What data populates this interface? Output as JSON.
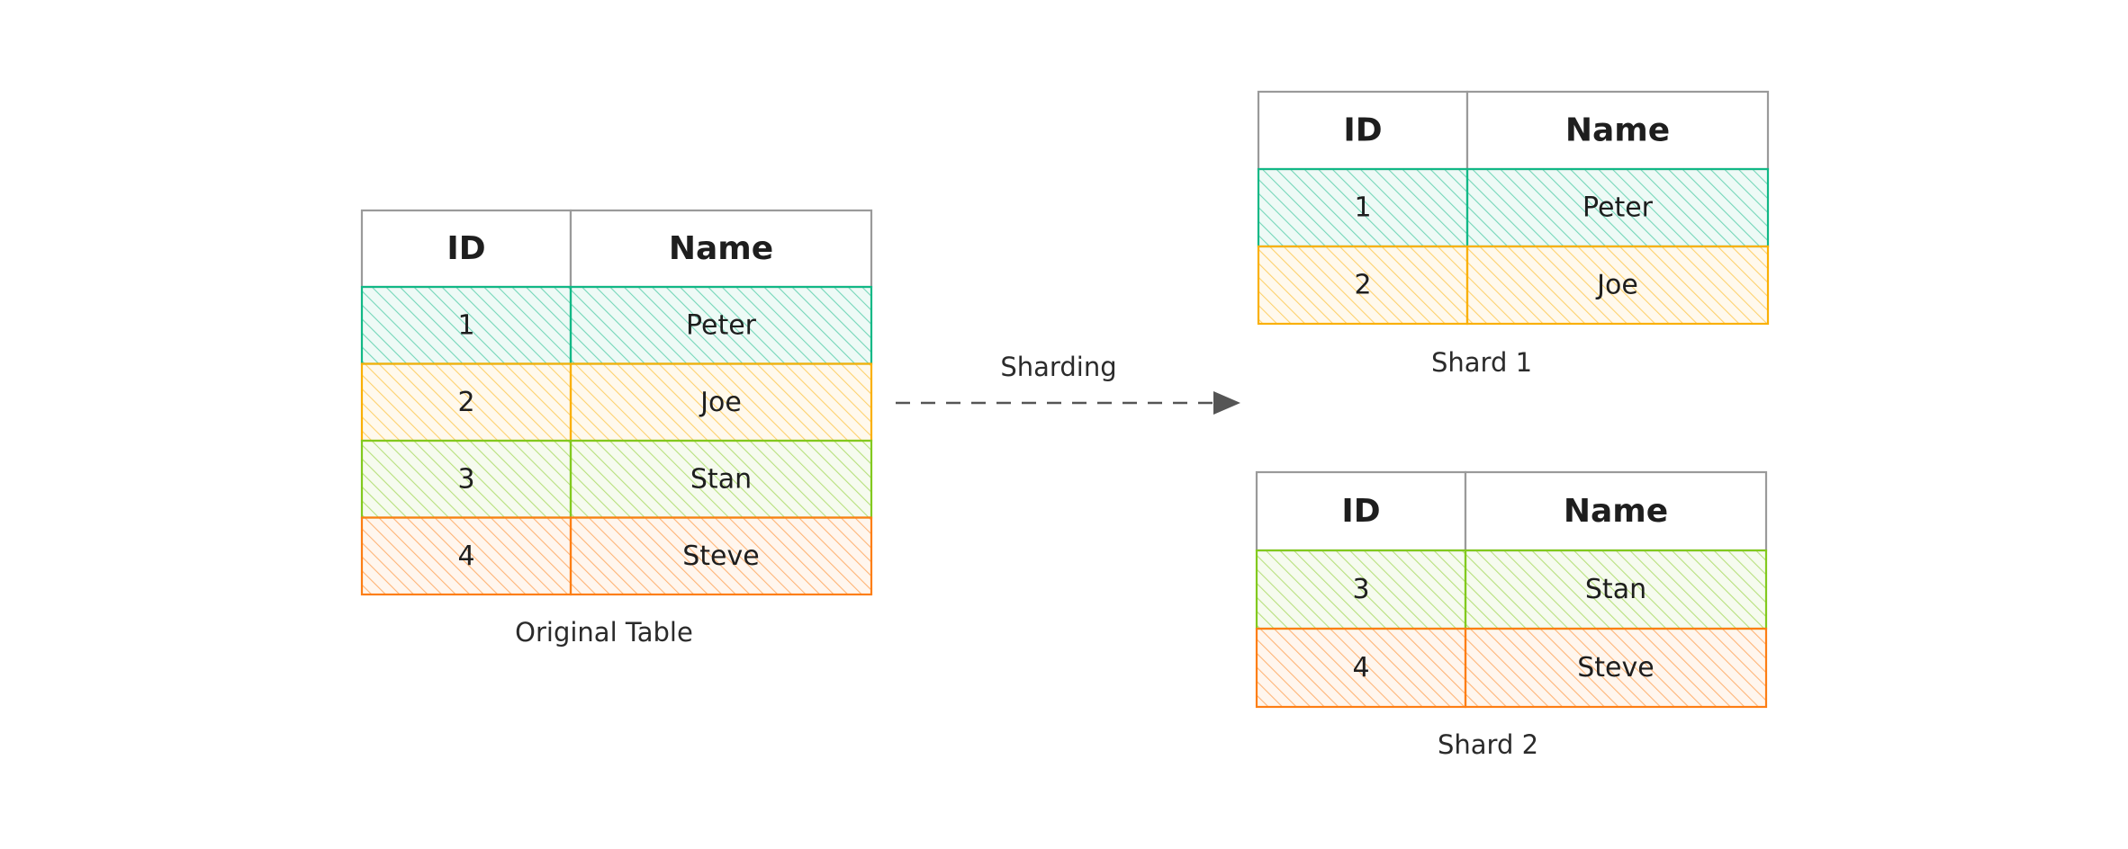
{
  "headers": {
    "id": "ID",
    "name": "Name"
  },
  "colors": {
    "teal": "#12b886",
    "orange": "#fab005",
    "green": "#82c91e",
    "red": "#fd7e14",
    "border": "#9a9a9a",
    "arrow": "#555555"
  },
  "original": {
    "caption": "Original Table",
    "rows": [
      {
        "id": "1",
        "name": "Peter",
        "color": "teal"
      },
      {
        "id": "2",
        "name": "Joe",
        "color": "orange"
      },
      {
        "id": "3",
        "name": "Stan",
        "color": "green"
      },
      {
        "id": "4",
        "name": "Steve",
        "color": "red"
      }
    ]
  },
  "shard1": {
    "caption": "Shard 1",
    "rows": [
      {
        "id": "1",
        "name": "Peter",
        "color": "teal"
      },
      {
        "id": "2",
        "name": "Joe",
        "color": "orange"
      }
    ]
  },
  "shard2": {
    "caption": "Shard 2",
    "rows": [
      {
        "id": "3",
        "name": "Stan",
        "color": "green"
      },
      {
        "id": "4",
        "name": "Steve",
        "color": "red"
      }
    ]
  },
  "arrow_label": "Sharding"
}
